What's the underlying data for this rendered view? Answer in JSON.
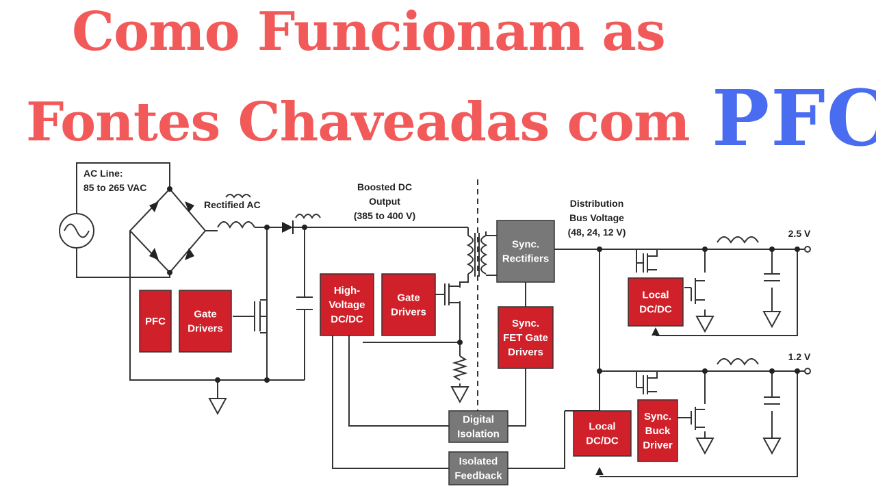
{
  "title": {
    "line1": "Como Funcionam as",
    "line2": "Fontes Chaveadas com",
    "highlight": "PFC",
    "color": "#f25a5a",
    "highlight_color": "#4a6cf0"
  },
  "colors": {
    "red_block": "#d0202a",
    "gray_block": "#787878",
    "wire": "#333333"
  },
  "labels": {
    "ac_line": [
      "AC Line:",
      "85 to 265 VAC"
    ],
    "rectified": [
      "Rectified AC"
    ],
    "boosted": [
      "Boosted DC",
      "Output",
      "(385 to 400 V)"
    ],
    "distribution": [
      "Distribution",
      "Bus Voltage",
      "(48, 24, 12 V)"
    ],
    "out1": [
      "2.5 V"
    ],
    "out2": [
      "1.2 V"
    ]
  },
  "blocks": {
    "pfc": [
      "PFC"
    ],
    "gate1": [
      "Gate",
      "Drivers"
    ],
    "hv": [
      "High-",
      "Voltage",
      "DC/DC"
    ],
    "gate2": [
      "Gate",
      "Drivers"
    ],
    "sync_rect": [
      "Sync.",
      "Rectifiers"
    ],
    "sync_fet": [
      "Sync.",
      "FET Gate",
      "Drivers"
    ],
    "digital_iso": [
      "Digital",
      "Isolation"
    ],
    "iso_fb": [
      "Isolated",
      "Feedback"
    ],
    "local1": [
      "Local",
      "DC/DC"
    ],
    "local2": [
      "Local",
      "DC/DC"
    ],
    "sync_buck": [
      "Sync.",
      "Buck",
      "Driver"
    ]
  }
}
